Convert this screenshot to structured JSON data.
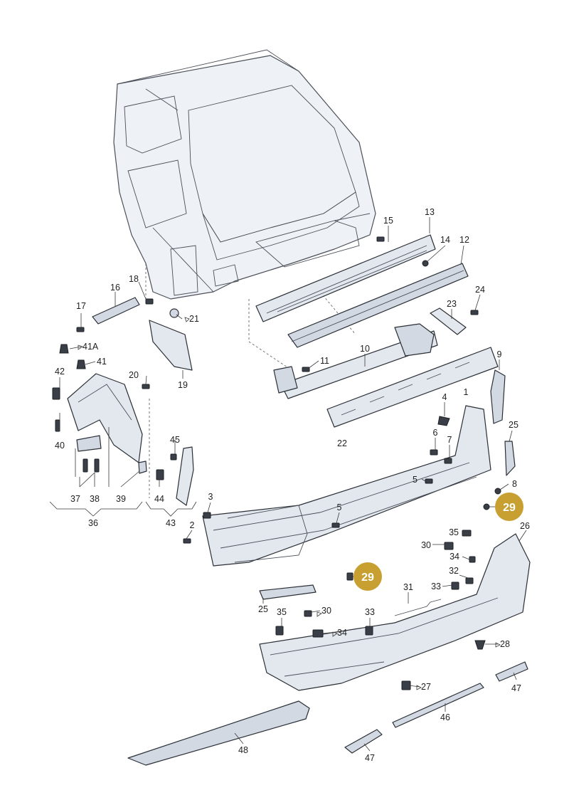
{
  "labels": {
    "l1": "1",
    "l2": "2",
    "l3": "3",
    "l4": "4",
    "l5a": "5",
    "l5b": "5",
    "l6": "6",
    "l7": "7",
    "l8": "8",
    "l9": "9",
    "l10": "10",
    "l11": "11",
    "l12": "12",
    "l13": "13",
    "l14": "14",
    "l15": "15",
    "l16": "16",
    "l17": "17",
    "l18": "18",
    "l19": "19",
    "l20": "20",
    "l21": "21",
    "l22": "22",
    "l23": "23",
    "l24": "24",
    "l25a": "25",
    "l25b": "25",
    "l26": "26",
    "l27": "27",
    "l28": "28",
    "l30a": "30",
    "l30b": "30",
    "l31": "31",
    "l32": "32",
    "l33a": "33",
    "l33b": "33",
    "l34a": "34",
    "l34b": "34",
    "l35a": "35",
    "l35b": "35",
    "l36": "36",
    "l37": "37",
    "l38": "38",
    "l39": "39",
    "l40": "40",
    "l41": "41",
    "l41a": "41A",
    "l42": "42",
    "l43": "43",
    "l44": "44",
    "l45": "45",
    "l46": "46",
    "l47a": "47",
    "l47b": "47",
    "l48": "48"
  },
  "highlights": {
    "h1": "29",
    "h2": "29"
  },
  "colors": {
    "highlight": "#c8a032",
    "outline": "#2b2f36",
    "panel": "#e3e8ef"
  }
}
